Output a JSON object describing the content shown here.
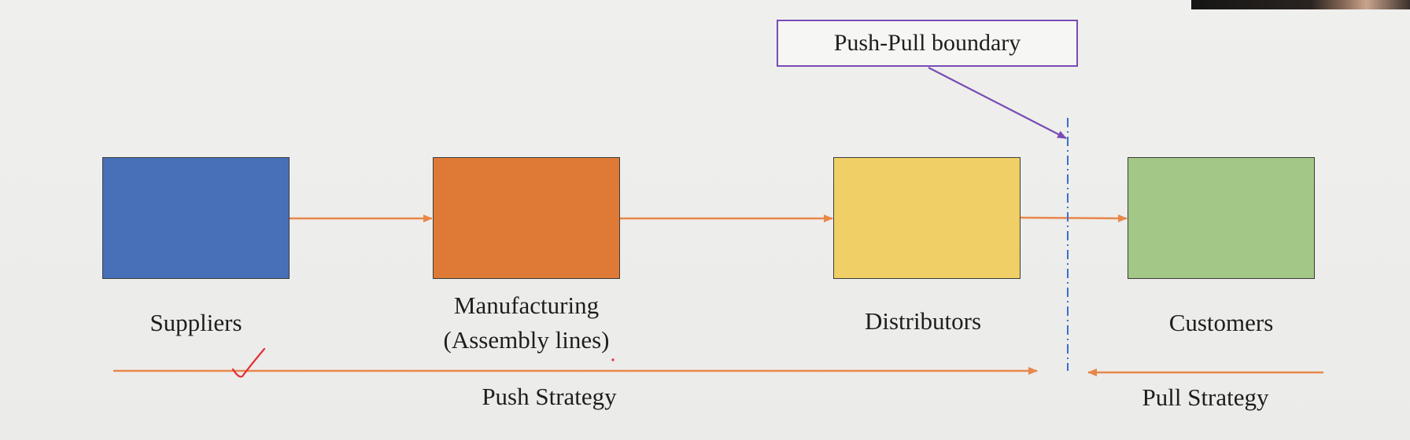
{
  "callout": {
    "label": "Push-Pull boundary"
  },
  "nodes": [
    {
      "id": "suppliers",
      "label": "Suppliers",
      "color": "#4870b9"
    },
    {
      "id": "manufacturing",
      "label_line1": "Manufacturing",
      "label_line2": "(Assembly lines)",
      "color": "#de7a35"
    },
    {
      "id": "distributors",
      "label": "Distributors",
      "color": "#efcf66"
    },
    {
      "id": "customers",
      "label": "Customers",
      "color": "#a2c787"
    }
  ],
  "strategies": {
    "push": "Push Strategy",
    "pull": "Pull Strategy"
  },
  "colors": {
    "arrow": "#e8874a",
    "boundary_line": "#3a6fd0",
    "callout": "#7a4bb5",
    "annotation": "#e0303a"
  }
}
